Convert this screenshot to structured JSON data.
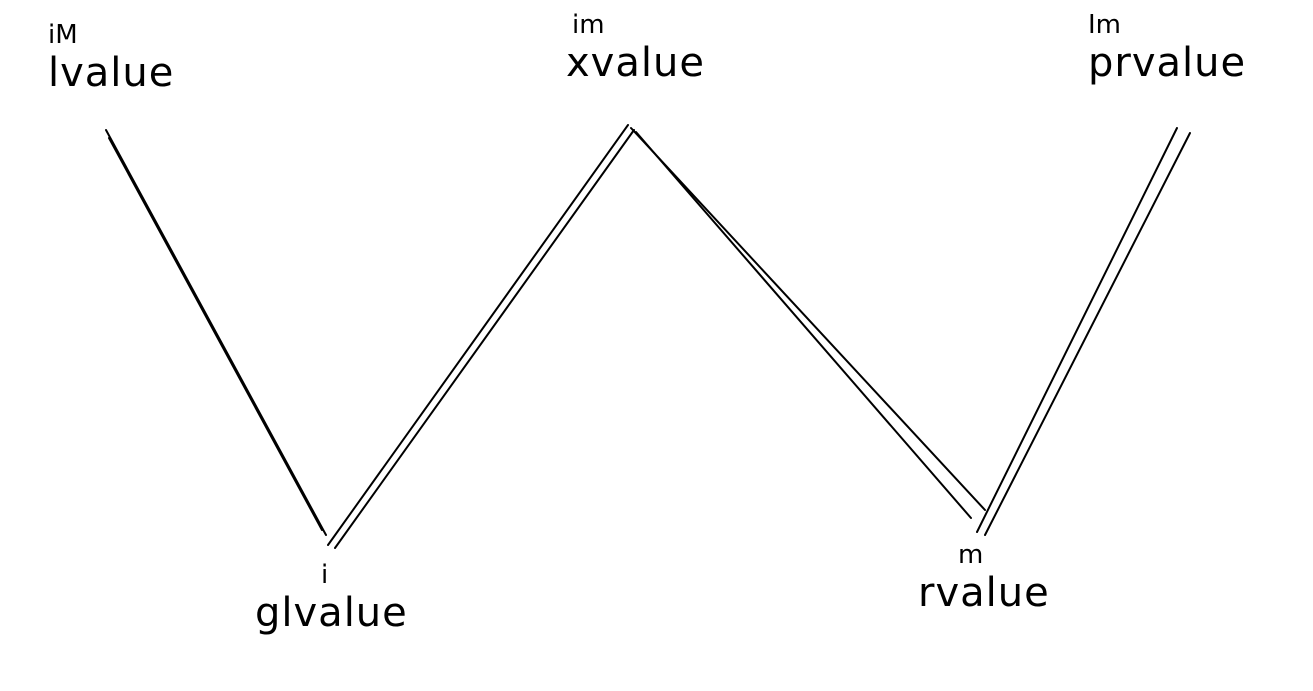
{
  "diagram": {
    "nodes": [
      {
        "id": "lvalue",
        "properties": "iM",
        "label": "lvalue"
      },
      {
        "id": "xvalue",
        "properties": "im",
        "label": "xvalue"
      },
      {
        "id": "prvalue",
        "properties": "Im",
        "label": "prvalue"
      },
      {
        "id": "glvalue",
        "properties": "i",
        "label": "glvalue"
      },
      {
        "id": "rvalue",
        "properties": "m",
        "label": "rvalue"
      }
    ],
    "edges": [
      {
        "from": "glvalue",
        "to": "lvalue"
      },
      {
        "from": "glvalue",
        "to": "xvalue"
      },
      {
        "from": "rvalue",
        "to": "xvalue"
      },
      {
        "from": "rvalue",
        "to": "prvalue"
      }
    ],
    "line_color": "#000000",
    "background": "#ffffff"
  }
}
